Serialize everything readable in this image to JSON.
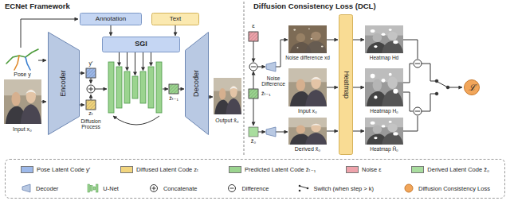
{
  "diagram": {
    "nodes": [
      {
        "text": [
          "Annotation"
        ]
      },
      {
        "text": [
          "Text"
        ]
      },
      {
        "text": [
          "SGI"
        ]
      },
      {
        "text": [
          "Encoder"
        ]
      },
      {
        "text": [
          "Decoder"
        ]
      },
      {
        "text": [
          "Heatmap"
        ]
      },
      {
        "text": [
          "ℒ"
        ]
      }
    ],
    "edges": [
      {
        "from": 0,
        "to": 2,
        "arrow": "to"
      },
      {
        "from": 1,
        "to": 2,
        "arrow": "to"
      }
    ],
    "labels": [
      "ECNet Framework",
      "Diffusion Consistency Loss (DCL)",
      "Pose y",
      "Input x₀",
      "y′",
      "zₜ",
      "Diffusion Process",
      "ẑₜ₋₁",
      "Output x̂₀",
      "ε",
      "Noise Difference",
      "ẑₜ₋₁",
      "z̃₀",
      "Noise difference xd",
      "Input x₀",
      "Derived x̃₀",
      "Heatmap Hd",
      "Heatmap H₀",
      "Heatmap H̃₀"
    ],
    "legend": [
      {
        "text": "Pose Latent Code y′",
        "color": "#9db9ea"
      },
      {
        "text": "Diffused Latent Code zₜ",
        "color": "#f2d57e"
      },
      {
        "text": "Predicted Latent Code ẑₜ₋₁",
        "color": "#9bd48f"
      },
      {
        "text": "Noise ε",
        "color": "#eea3ab"
      },
      {
        "text": "Derived Latent Code z̃₀",
        "color": "#a9dd9f"
      },
      {
        "text": "Decoder"
      },
      {
        "text": "U-Net"
      },
      {
        "text": "Concatenate"
      },
      {
        "text": "Difference"
      },
      {
        "text": "Switch (when step > k)"
      },
      {
        "text": "Diffusion Consistency Loss"
      }
    ]
  }
}
